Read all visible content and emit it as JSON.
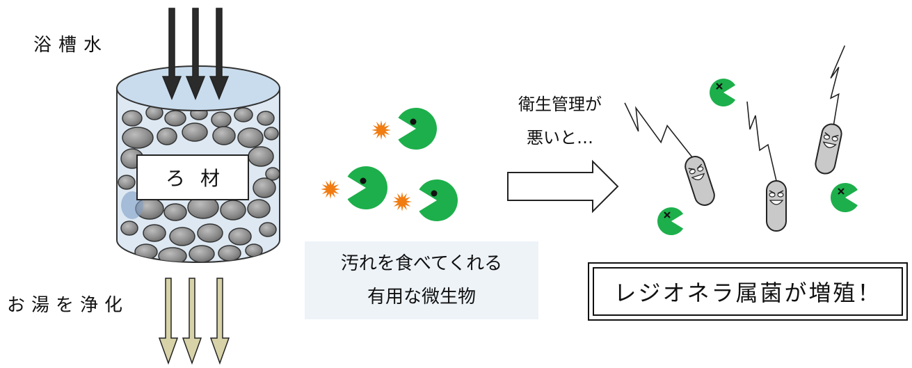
{
  "labels": {
    "bath_water": "浴槽水",
    "filter_media": "ろ材",
    "purify": "お湯を浄化",
    "microbe_line1": "汚れを食べてくれる",
    "microbe_line2": "有用な微生物",
    "hygiene_line1": "衛生管理が",
    "hygiene_line2": "悪いと…",
    "result": "レジオネラ属菌が増殖！"
  },
  "colors": {
    "water_top": "#c9dced",
    "tank_body": "#dde8f2",
    "stone": "#8f8f8f",
    "microbe_green": "#1daf4b",
    "dirt_orange": "#f07c12",
    "arrow_dark": "#2b2b2b",
    "arrow_khaki": "#d7d2a8",
    "legionella_body": "#c9c9c9",
    "label_box_bg": "#eef3f8"
  },
  "icons": [
    "down-arrow-icon",
    "filter-tank-icon",
    "microbe-pacman-icon",
    "dirt-splat-icon",
    "right-arrow-icon",
    "legionella-icon",
    "dead-microbe-icon"
  ]
}
